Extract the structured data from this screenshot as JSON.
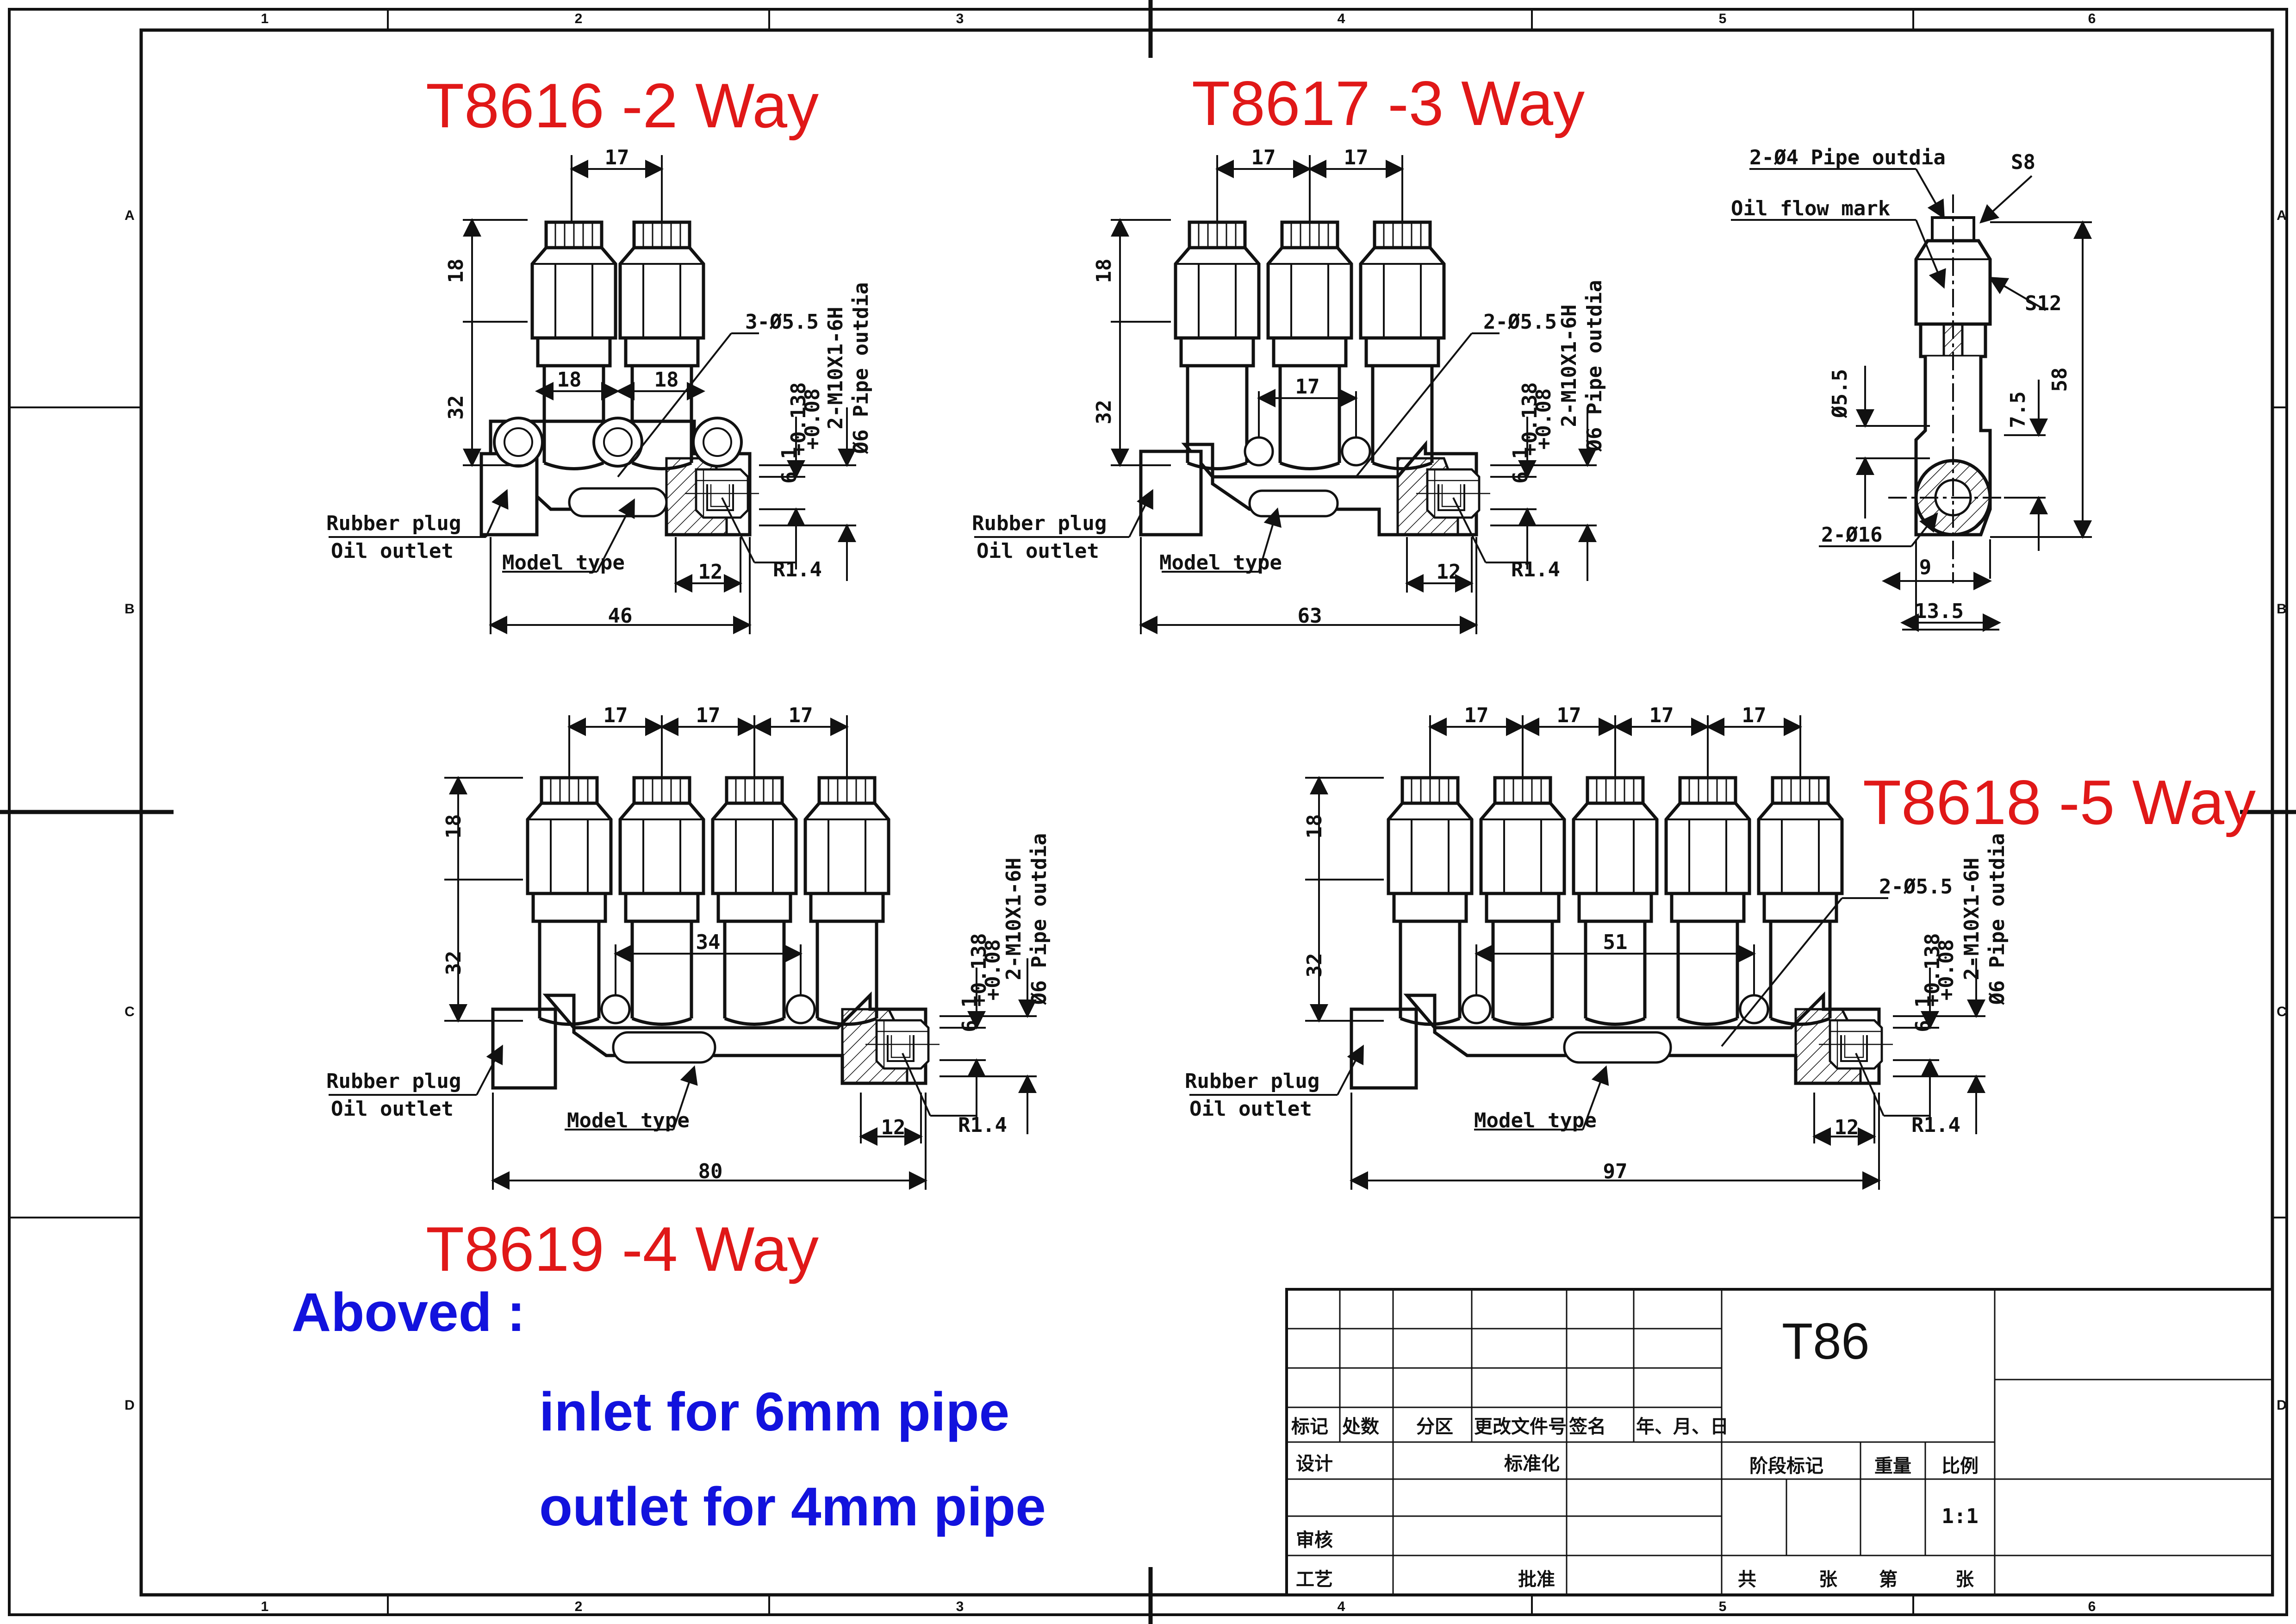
{
  "titles": {
    "t8616": "T8616 -2 Way",
    "t8617": "T8617 -3 Way",
    "t8618": "T8618 -5 Way",
    "t8619": "T8619 -4 Way"
  },
  "notes": {
    "heading": "Aboved :",
    "inlet": "inlet for 6mm pipe",
    "outlet": "outlet for 4mm pipe"
  },
  "common_labels": {
    "rubber_plug": "Rubber plug",
    "oil_outlet": "Oil outlet",
    "model_type": "Model type",
    "thread": "2-M10X1-6H",
    "pipe_outdia": "Ø6 Pipe outdia",
    "r14": "R1.4",
    "d12": "12",
    "d18": "18",
    "d32": "32",
    "d17": "17",
    "tolerance_main": "6.1",
    "tolerance_upper": "+0.138",
    "tolerance_lower": "+0.08"
  },
  "t8616": {
    "dim_18": "18",
    "hole": "3-Ø5.5",
    "total": "46"
  },
  "t8617": {
    "dim_17": "17",
    "hole": "2-Ø5.5",
    "total": "63"
  },
  "t8619": {
    "dim_34": "34",
    "total": "80"
  },
  "t8618": {
    "dim_51": "51",
    "hole": "2-Ø5.5",
    "total": "97"
  },
  "side_view": {
    "pipe_outdia": "2-Ø4 Pipe outdia",
    "s8": "S8",
    "oil_flow_mark": "Oil flow mark",
    "s12": "S12",
    "d55": "Ø5.5",
    "d58": "58",
    "d75": "7.5",
    "d16": "2-Ø16",
    "d9": "9",
    "d135": "13.5"
  },
  "border": {
    "col_labels": [
      "1",
      "2",
      "3",
      "4",
      "5",
      "6"
    ],
    "row_labels": [
      "A",
      "B",
      "C",
      "D"
    ]
  },
  "title_block": {
    "drawing_no": "T86",
    "h_mark": "标记",
    "h_count": "处数",
    "h_zone": "分区",
    "h_doc": "更改文件号",
    "h_sign": "签名",
    "h_date": "年、月、日",
    "design": "设计",
    "standard": "标准化",
    "review": "审核",
    "process": "工艺",
    "approve": "批准",
    "stage": "阶段标记",
    "weight": "重量",
    "scale": "比例",
    "scale_value": "1:1",
    "total": "共",
    "sheets": "张",
    "sheet_no": "第",
    "sheet_suffix": "张"
  }
}
